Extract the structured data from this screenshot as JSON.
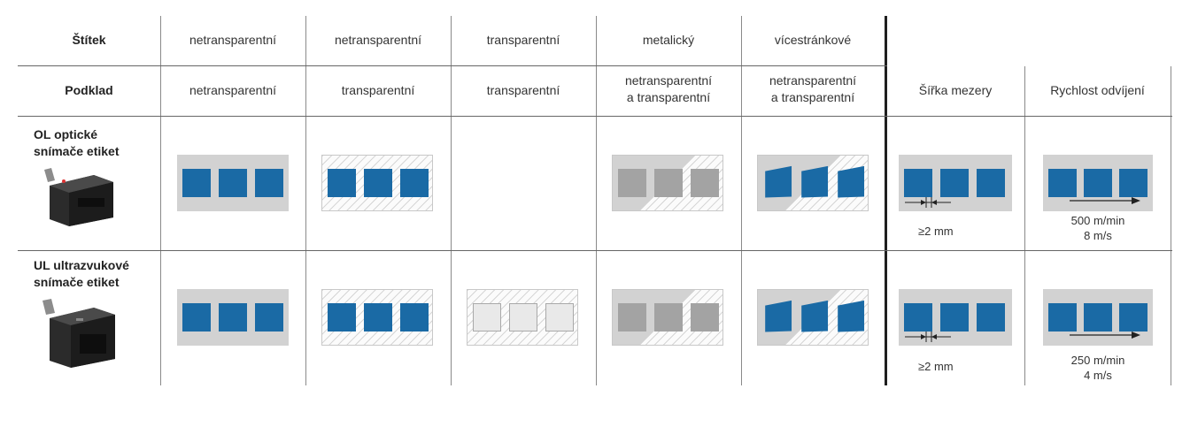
{
  "header": {
    "label_row_title": "Štítek",
    "label_types": [
      "netransparentní",
      "netransparentní",
      "transparentní",
      "metalický",
      "vícestránkové"
    ],
    "substrate_row_title": "Podklad",
    "substrate_types": [
      "netransparentní",
      "transparentní",
      "transparentní",
      "netransparentní a transparentní",
      "netransparentní a transparentní"
    ],
    "substrate_type_lines": [
      [
        "netransparentní"
      ],
      [
        "transparentní"
      ],
      [
        "transparentní"
      ],
      [
        "netransparentní",
        "a transparentní"
      ],
      [
        "netransparentní",
        "a transparentní"
      ]
    ],
    "gap_width_title": "Šířka mezery",
    "speed_title": "Rychlost odvíjení"
  },
  "rows": [
    {
      "title_lines": [
        "OL optické",
        "snímače etiket"
      ],
      "sensor_image": "ol-optical-fork-sensor-icon",
      "min_gap": "≥2 mm",
      "speed_lines": [
        "500 m/min",
        "8 m/s"
      ],
      "cells": [
        "opaque-on-opaque",
        "opaque-on-transparent",
        "none",
        "metallic-on-mixed",
        "multipage-on-mixed"
      ]
    },
    {
      "title_lines": [
        "UL ultrazvukové",
        "snímače etiket"
      ],
      "sensor_image": "ul-ultrasonic-fork-sensor-icon",
      "min_gap": "≥2 mm",
      "speed_lines": [
        "250 m/min",
        "4 m/s"
      ],
      "cells": [
        "opaque-on-opaque",
        "opaque-on-transparent",
        "transparent-on-transparent",
        "metallic-on-mixed",
        "multipage-on-mixed"
      ]
    }
  ],
  "colors": {
    "label_blue": "#1a6aa5",
    "label_metallic": "#a3a3a3",
    "backing_grey": "#d2d2d2",
    "grid_line": "#8a8a8a",
    "separator": "#1f1f1f"
  }
}
